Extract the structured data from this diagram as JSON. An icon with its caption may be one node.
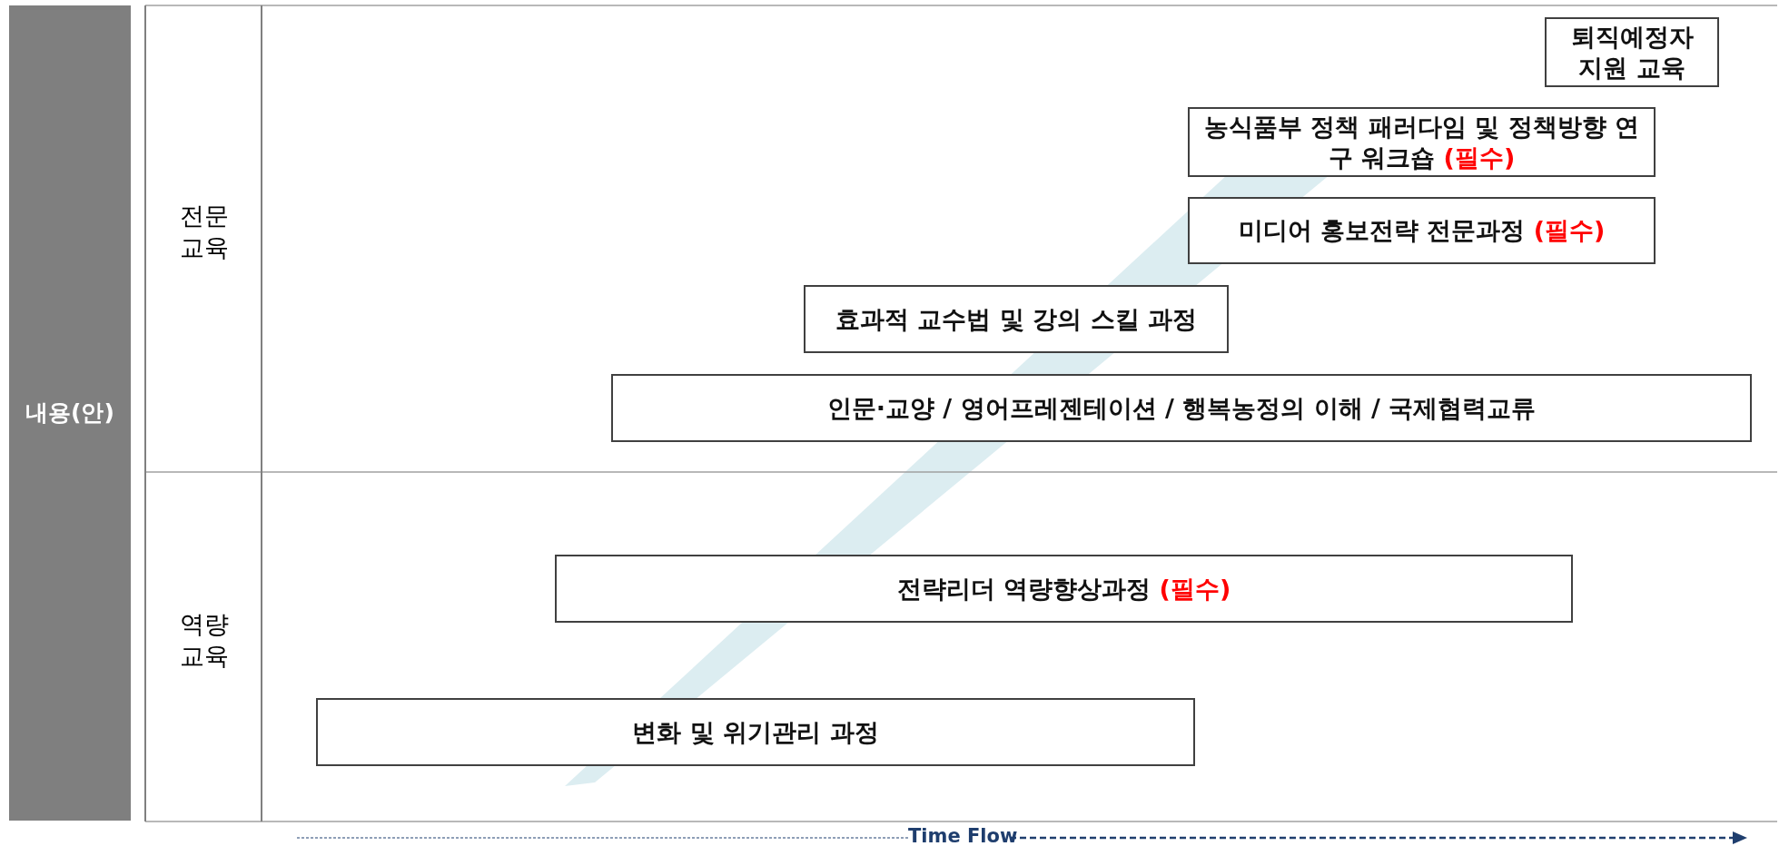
{
  "diagram": {
    "nodes": [
      {
        "text": [
          "내용(안)"
        ]
      },
      {
        "text": [
          "퇴직예정자 지원 교육"
        ]
      },
      {
        "text": [
          "농식품부 정책 패러다임 및 정책방향 연구 워크숍",
          "(필수)"
        ]
      },
      {
        "text": [
          "미디어 홍보전략 전문과정",
          "(필수)"
        ]
      },
      {
        "text": [
          "효과적 교수법 및 강의 스킬 과정"
        ]
      },
      {
        "text": [
          "인문·교양  / 영어프레젠테이션  /  행복농정의 이해  / 국제협력교류"
        ]
      },
      {
        "text": [
          "전략리더 역량향상과정",
          "(필수)"
        ]
      },
      {
        "text": [
          "변화 및 위기관리 과정"
        ]
      }
    ],
    "edges": [],
    "labels": [
      "전문 교육",
      "역량 교육",
      "Time Flow"
    ]
  }
}
